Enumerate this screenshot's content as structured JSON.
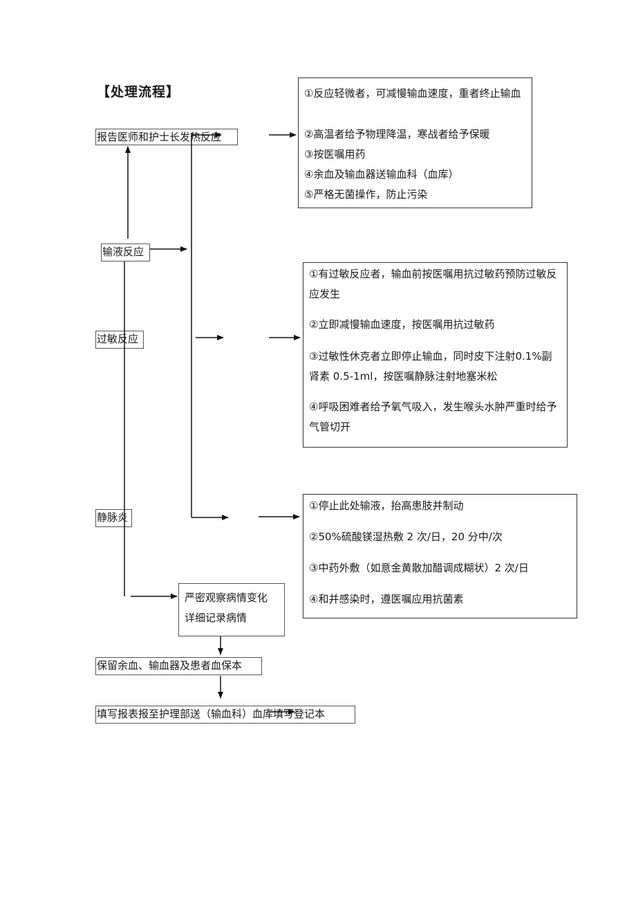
{
  "title": "【处理流程】",
  "nodes": {
    "report": "报告医师和护士长",
    "fever": "发热反应",
    "infusion": "输液反应",
    "allergy": "过敏反应",
    "phlebitis": "静脉炎",
    "observe_1": "严密观察病情变化",
    "observe_2": "详细记录病情",
    "retain": "保留余血、输血器及患者血保本",
    "fill_form_1": "填写报表报至护理部送（输血科）血库",
    "fill_form_2": "填写登记本"
  },
  "fever_measures": [
    "①反应轻微者，可减慢输血速度，重者终止输血",
    "②高温者给予物理降温，寒战者给予保暖",
    "③按医嘱用药",
    "④余血及输血器送输血科（血库）",
    "⑤严格无菌操作，防止污染"
  ],
  "allergy_measures": [
    "①有过敏反应者，输血前按医嘱用抗过敏药预防过敏反应发生",
    "②立即减慢输血速度，按医嘱用抗过敏药",
    "③过敏性休克者立即停止输血，同时皮下注射0.1%副肾素 0.5-1ml，按医嘱静脉注射地塞米松",
    "④呼吸困难者给予氧气吸入，发生喉头水肿严重时给予气管切开"
  ],
  "phlebitis_measures": [
    "①停止此处输液，抬高患肢并制动",
    "②50%硫酸镁湿热敷 2 次/日，20 分中/次",
    "③中药外敷（如意金黄散加醋调成糊状）2 次/日",
    "④和并感染时，遵医嘱应用抗菌素"
  ]
}
